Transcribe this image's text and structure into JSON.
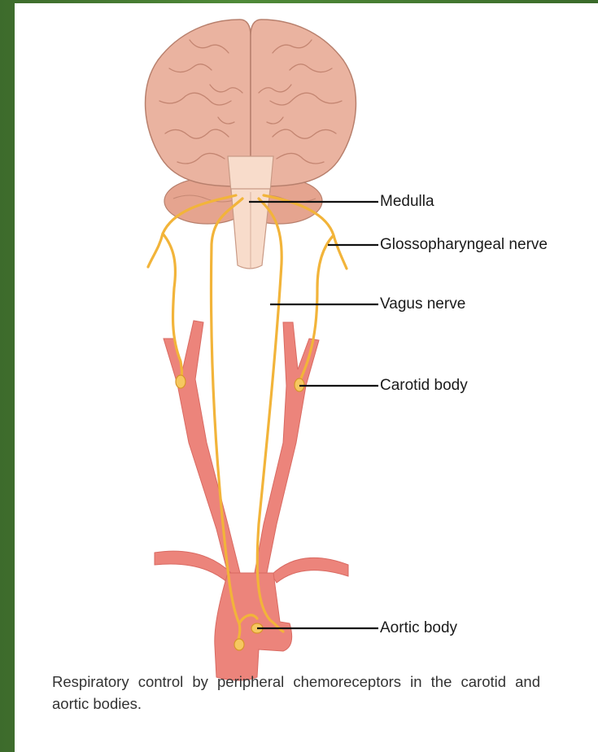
{
  "labels": {
    "medulla": "Medulla",
    "glossopharyngeal": "Glossopharyngeal nerve",
    "vagus": "Vagus nerve",
    "carotid_body": "Carotid body",
    "aortic_body": "Aortic body"
  },
  "caption": "Respiratory control by peripheral chemoreceptors in the carotid and aortic bodies.",
  "colors": {
    "brain": "#eab3a0",
    "brain_outline": "#b8806d",
    "cerebellum": "#e5a48f",
    "brainstem": "#f8dccb",
    "artery": "#ec847b",
    "artery_dark": "#d96a62",
    "nerve": "#f2b43a",
    "leader": "#111111"
  }
}
